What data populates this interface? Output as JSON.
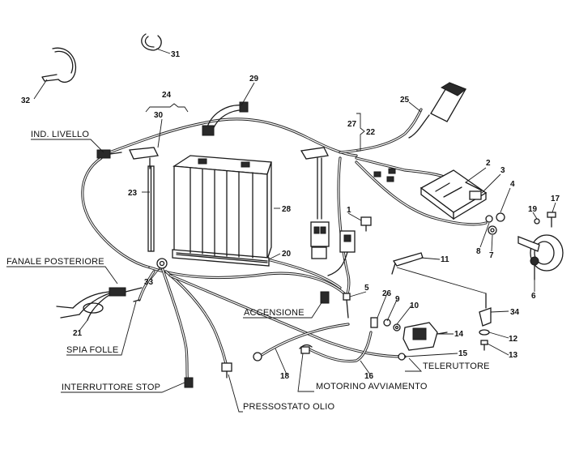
{
  "labels": {
    "ind_livello": "IND. LIVELLO",
    "fanale_posteriore": "FANALE POSTERIORE",
    "accensione": "ACCENSIONE",
    "spia_folle": "SPIA FOLLE",
    "interruttore_stop": "INTERRUTTORE STOP",
    "pressostato_olio": "PRESSOSTATO OLIO",
    "motorino_avviamento": "MOTORINO AVVIAMENTO",
    "teleruttore": "TELERUTTORE"
  },
  "callouts": [
    "1",
    "2",
    "3",
    "4",
    "5",
    "6",
    "7",
    "8",
    "9",
    "10",
    "11",
    "12",
    "13",
    "14",
    "15",
    "16",
    "17",
    "18",
    "19",
    "20",
    "21",
    "22",
    "23",
    "24",
    "25",
    "26",
    "27",
    "28",
    "29",
    "30",
    "31",
    "32",
    "33",
    "34"
  ]
}
